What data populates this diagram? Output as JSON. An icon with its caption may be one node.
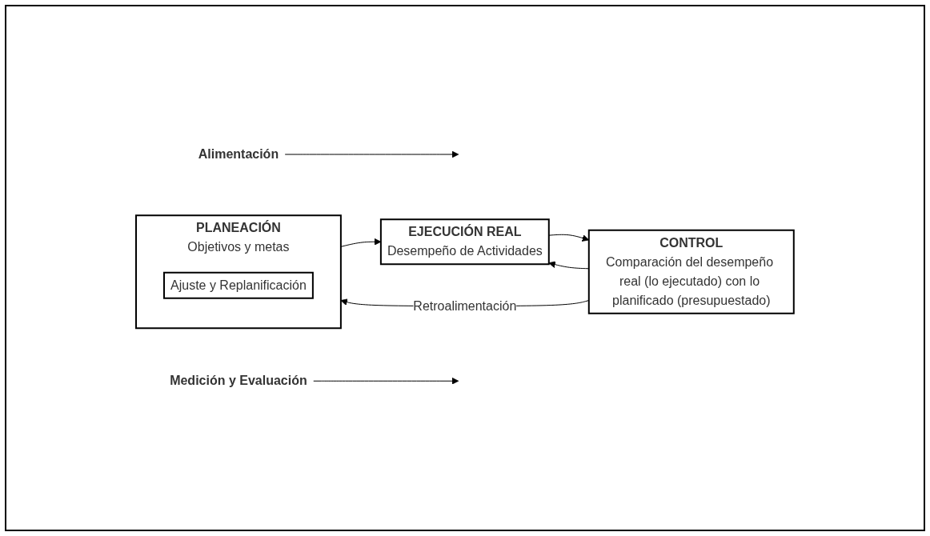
{
  "diagram": {
    "nodes": [
      {
        "text": [
          "Alimentación"
        ]
      },
      {
        "text": [
          "Medición y Evaluación"
        ]
      },
      {
        "text": [
          "PLANEACIÓN",
          "Objetivos y metas"
        ]
      },
      {
        "text": [
          "Ajuste y Replanificación"
        ],
        "in": 2
      },
      {
        "text": [
          "EJECUCIÓN REAL",
          "Desempeño de Actividades"
        ]
      },
      {
        "text": [
          "CONTROL",
          "Comparación del desempeño real (lo ejecutado) con lo planificado (presupuestado)"
        ]
      }
    ],
    "edges": [
      {
        "from": 0,
        "to": null,
        "arrow": "to"
      },
      {
        "from": 1,
        "to": null,
        "arrow": "to"
      },
      {
        "from": 2,
        "to": 4,
        "arrow": "to"
      },
      {
        "from": 4,
        "to": 5,
        "arrow": "to"
      },
      {
        "from": 5,
        "to": 2,
        "arrow": "to",
        "label": "Retroalimentación"
      },
      {
        "from": 5,
        "to": 4,
        "arrow": "to"
      }
    ]
  }
}
